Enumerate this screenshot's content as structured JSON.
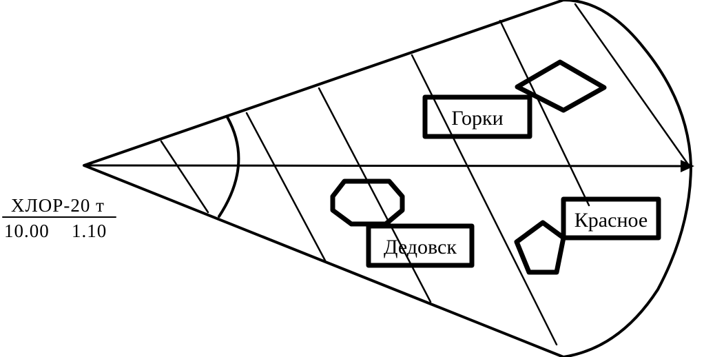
{
  "source": {
    "agent": "ХЛОР-20 т",
    "time_left": "10.00",
    "time_right": "1.10"
  },
  "settlements": [
    {
      "name": "Горки",
      "shape": "diamond"
    },
    {
      "name": "Дедовск",
      "shape": "octagon"
    },
    {
      "name": "Красное",
      "shape": "pentagon"
    }
  ],
  "colors": {
    "ink": "#000000",
    "background": "#ffffff"
  }
}
